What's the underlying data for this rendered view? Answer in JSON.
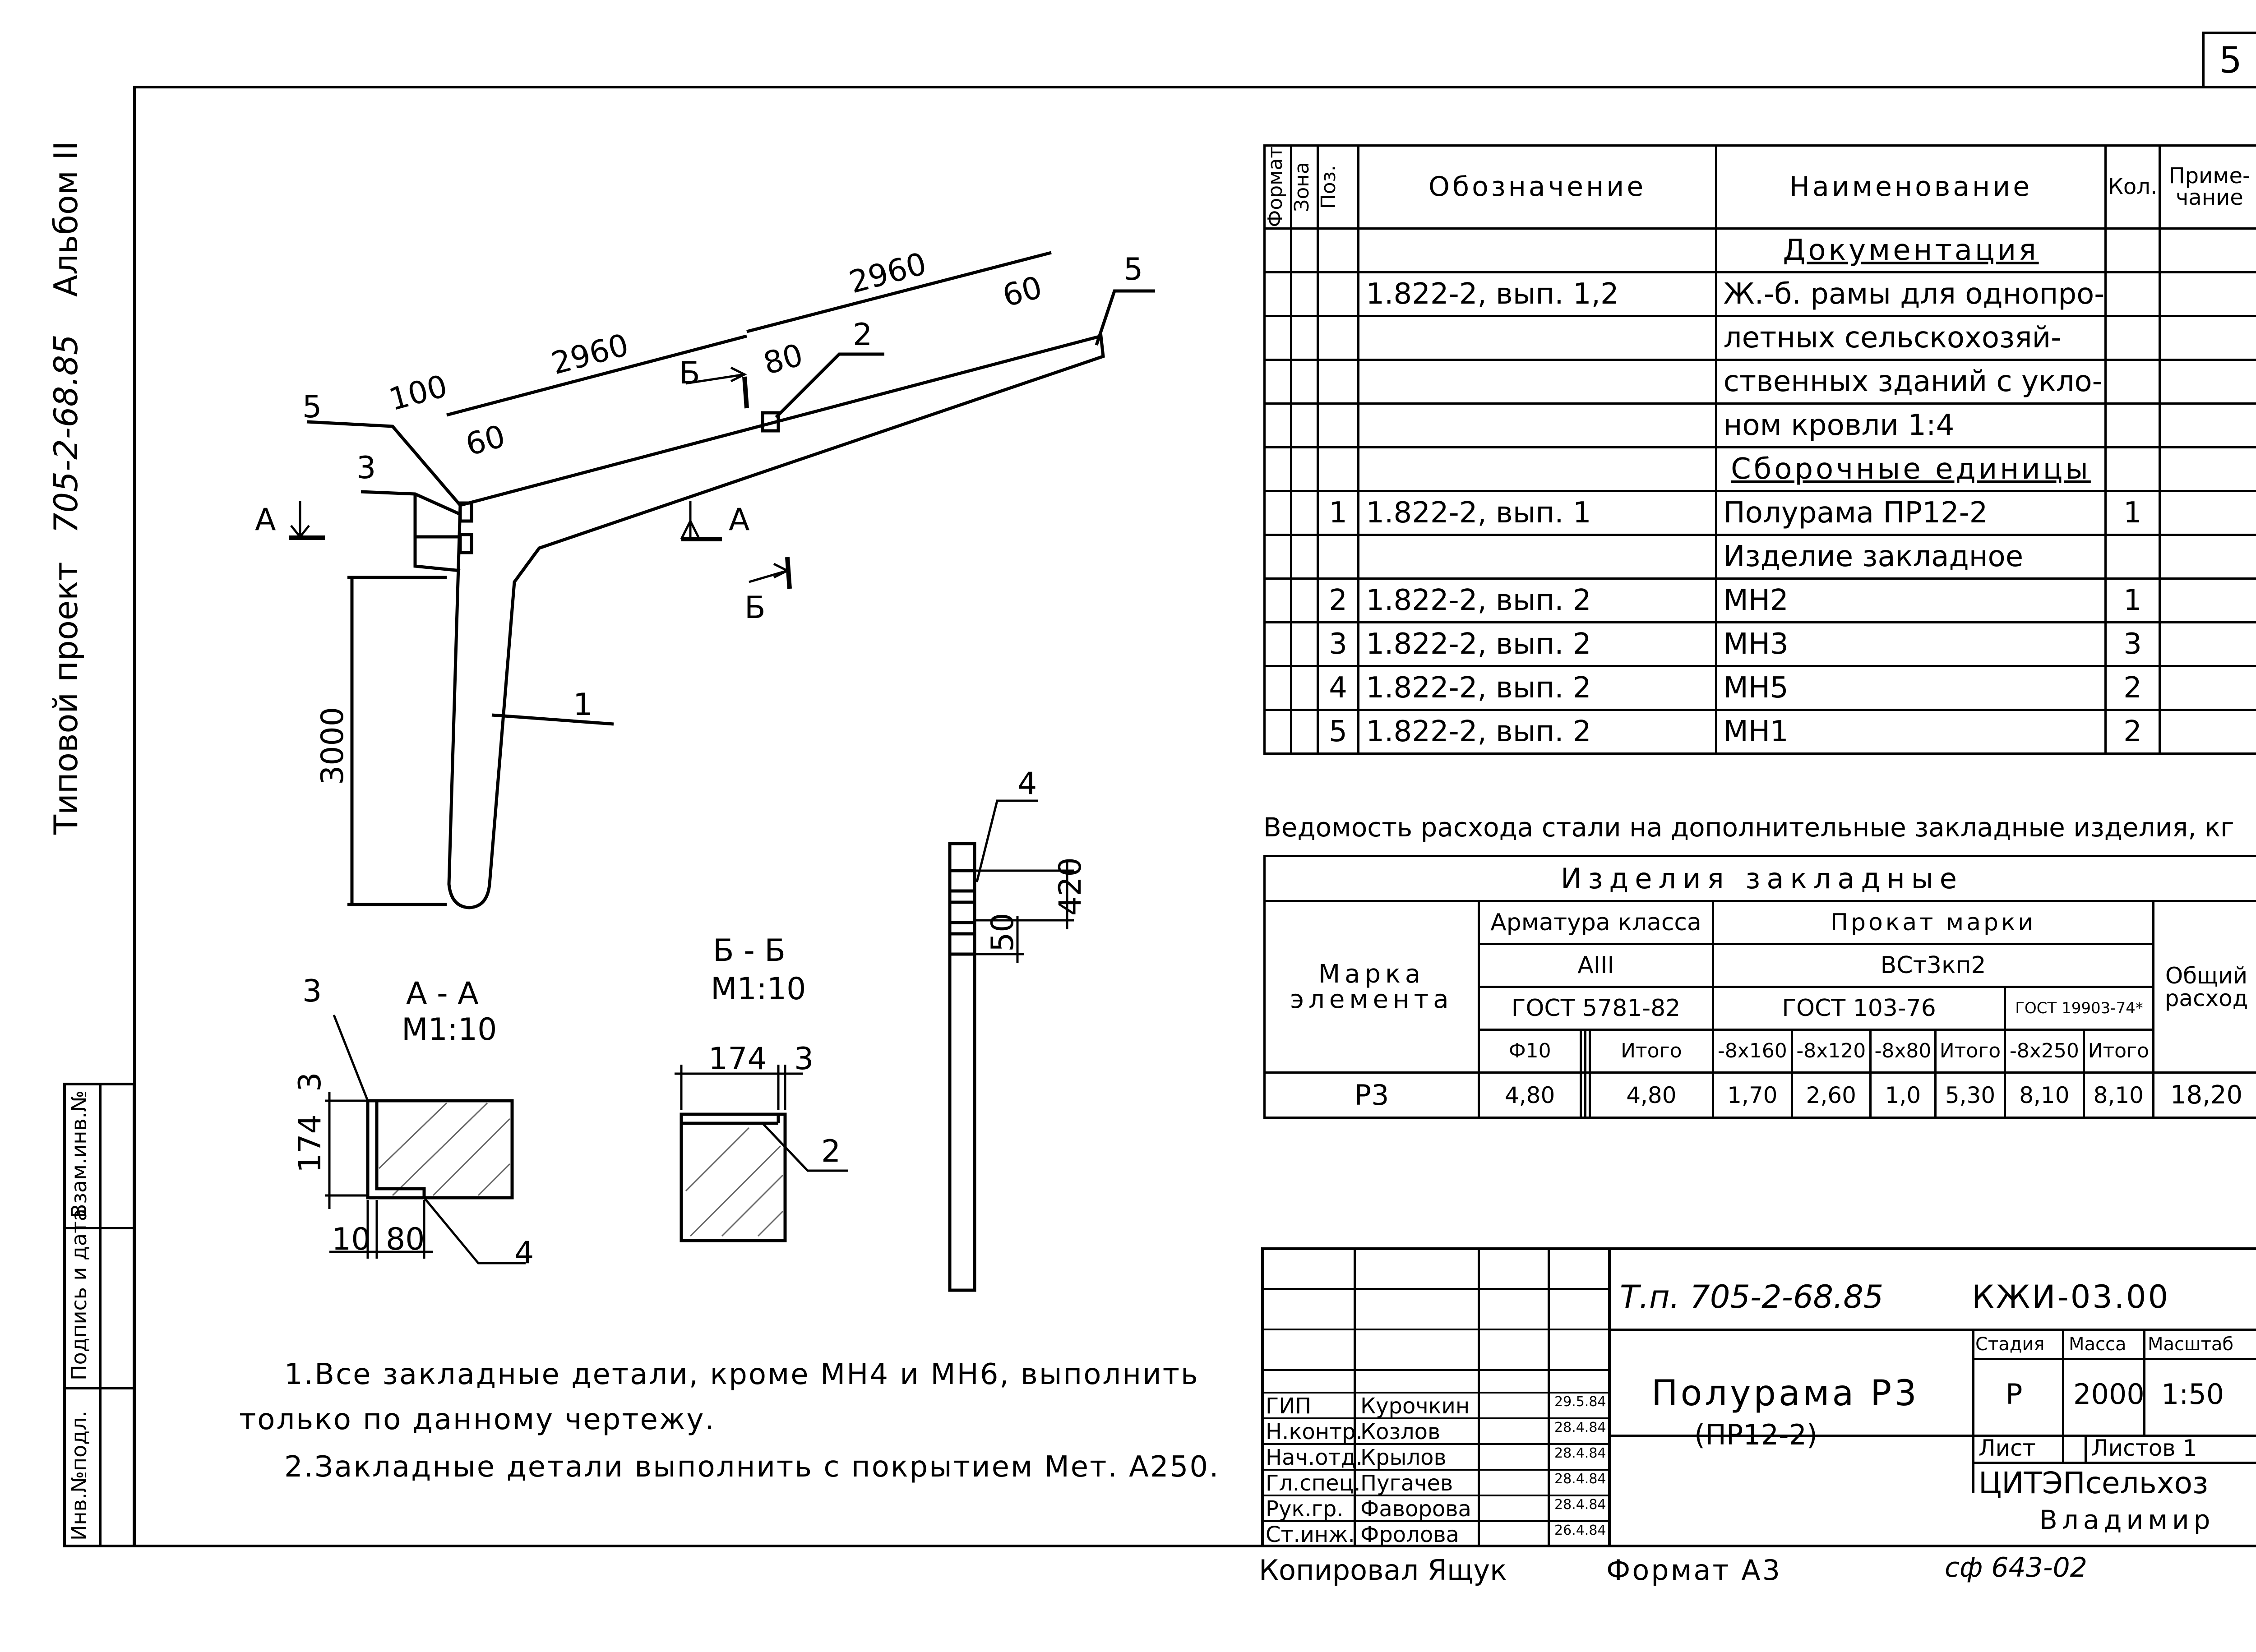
{
  "sheet_number": "5",
  "side_text": {
    "project": "Типовой проект",
    "project_code": "705-2-68.85",
    "album": "Альбом II"
  },
  "left_strip": {
    "inv_number": "Инв.№подл.",
    "sign_date": "Подпись и дата",
    "replace_inv": "Взам.инв.№"
  },
  "spec_table": {
    "headers": {
      "format": "Формат",
      "zone": "Зона",
      "pos": "Поз.",
      "designation": "Обозначение",
      "name": "Наименование",
      "qty": "Кол.",
      "note": "Приме-чание"
    },
    "rows": [
      {
        "pos": "",
        "designation": "",
        "name": "Документация",
        "qty": "",
        "underline": true
      },
      {
        "pos": "",
        "designation": "1.822-2, вып. 1,2",
        "name": "Ж.-б. рамы для однопро-",
        "qty": ""
      },
      {
        "pos": "",
        "designation": "",
        "name": "летных сельскохозяй-",
        "qty": ""
      },
      {
        "pos": "",
        "designation": "",
        "name": "ственных зданий с укло-",
        "qty": ""
      },
      {
        "pos": "",
        "designation": "",
        "name": "ном кровли 1:4",
        "qty": ""
      },
      {
        "pos": "",
        "designation": "",
        "name": "Сборочные единицы",
        "qty": "",
        "underline": true
      },
      {
        "pos": "1",
        "designation": "1.822-2, вып. 1",
        "name": "Полурама ПР12-2",
        "qty": "1"
      },
      {
        "pos": "",
        "designation": "",
        "name": "Изделие закладное",
        "qty": ""
      },
      {
        "pos": "2",
        "designation": "1.822-2, вып. 2",
        "name": "МН2",
        "qty": "1"
      },
      {
        "pos": "3",
        "designation": "1.822-2, вып. 2",
        "name": "МН3",
        "qty": "3"
      },
      {
        "pos": "4",
        "designation": "1.822-2, вып. 2",
        "name": "МН5",
        "qty": "2"
      },
      {
        "pos": "5",
        "designation": "1.822-2, вып. 2",
        "name": "МН1",
        "qty": "2"
      }
    ]
  },
  "steel_table": {
    "title": "Ведомость расхода стали на дополнительные закладные изделия, кг",
    "h_items": "Изделия закладные",
    "h_mark": "Марка элемента",
    "h_rebar": "Арматура класса",
    "h_rebar_class": "АIII",
    "h_rebar_gost": "ГОСТ 5781-82",
    "h_rolled": "Прокат марки",
    "h_rolled_grade": "ВСт3кп2",
    "h_rolled_gost1": "ГОСТ 103-76",
    "h_rolled_gost2": "ГОСТ 19903-74*",
    "h_total": "Общий расход",
    "sub": [
      "Ф10",
      "",
      "",
      "Итого",
      "-8х160",
      "-8х120",
      "-8х80",
      "Итого",
      "-8х250",
      "Итого"
    ],
    "row": {
      "mark": "Р3",
      "values": [
        "4,80",
        "",
        "",
        "4,80",
        "1,70",
        "2,60",
        "1,0",
        "5,30",
        "8,10",
        "8,10"
      ],
      "total": "18,20"
    }
  },
  "drawing": {
    "dims": {
      "d100": "100",
      "d60a": "60",
      "d2960a": "2960",
      "d2960b": "2960",
      "d80": "80",
      "d60b": "60",
      "d3000": "3000"
    },
    "labels": {
      "p5a": "5",
      "p5b": "5",
      "p3": "3",
      "p2": "2",
      "p1": "1",
      "secA1": "А",
      "secA2": "А",
      "secB1": "Б",
      "secB2": "Б"
    },
    "sec_aa": {
      "title": "А - А",
      "scale": "М1:10",
      "p3": "3",
      "p4": "4",
      "d3": "3",
      "d174": "174",
      "d10": "10",
      "d80": "80"
    },
    "sec_bb": {
      "title": "Б - Б",
      "scale": "М1:10",
      "d174": "174",
      "d3": "3",
      "p2": "2"
    },
    "side": {
      "p4": "4",
      "d420": "420",
      "d50": "50"
    }
  },
  "notes": [
    "1.Все закладные детали, кроме МН4 и МН6, выполнить",
    "только по данному чертежу.",
    "2.Закладные детали выполнить с покрытием Мет. А250."
  ],
  "title_block": {
    "project": "Т.п. 705-2-68.85",
    "code": "КЖИ-03.00",
    "name": "Полурама Р3",
    "name2": "(ПР12-2)",
    "stage_label": "Стадия",
    "mass_label": "Масса",
    "scale_label": "Масштаб",
    "stage": "Р",
    "mass": "2000",
    "scale": "1:50",
    "sheet_label": "Лист",
    "sheets_label": "Листов 1",
    "org": "ЦИТЭПсельхоз",
    "city": "Владимир",
    "people": [
      {
        "role": "ГИП",
        "name": "Курочкин",
        "date": "29.5.84"
      },
      {
        "role": "Н.контр.",
        "name": "Козлов",
        "date": "28.4.84"
      },
      {
        "role": "Нач.отд.",
        "name": "Крылов",
        "date": "28.4.84"
      },
      {
        "role": "Гл.спец.",
        "name": "Пугачев",
        "date": "28.4.84"
      },
      {
        "role": "Рук.гр.",
        "name": "Фаворова",
        "date": "28.4.84"
      },
      {
        "role": "Ст.инж.",
        "name": "Фролова",
        "date": "26.4.84"
      }
    ]
  },
  "footer": {
    "copied": "Копировал Ящук",
    "format": "Формат А3",
    "stamp": "сф 643-02"
  }
}
